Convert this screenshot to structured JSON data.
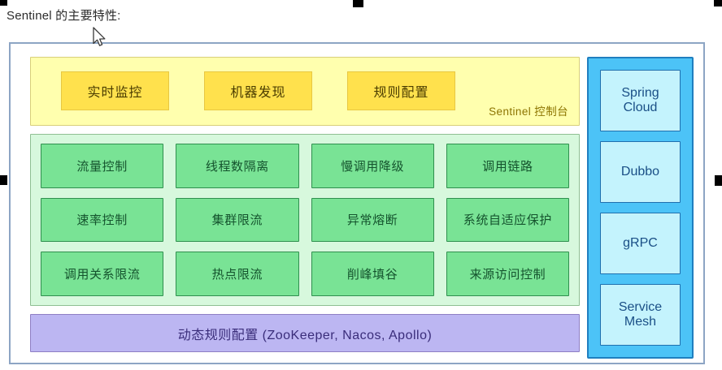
{
  "page": {
    "heading": "Sentinel 的主要特性:"
  },
  "diagram": {
    "console_panel": {
      "caption": "Sentinel 控制台",
      "boxes": [
        {
          "label": "实时监控"
        },
        {
          "label": "机器发现"
        },
        {
          "label": "规则配置"
        }
      ],
      "colors": {
        "background": "#ffffae",
        "box_fill": "#ffe14d",
        "border": "#d8cf7a",
        "text": "#4a3c00"
      }
    },
    "feature_panel": {
      "boxes": [
        {
          "label": "流量控制"
        },
        {
          "label": "线程数隔离"
        },
        {
          "label": "慢调用降级"
        },
        {
          "label": "调用链路"
        },
        {
          "label": "速率控制"
        },
        {
          "label": "集群限流"
        },
        {
          "label": "异常熔断"
        },
        {
          "label": "系统自适应保护"
        },
        {
          "label": "调用关系限流"
        },
        {
          "label": "热点限流"
        },
        {
          "label": "削峰填谷"
        },
        {
          "label": "来源访问控制"
        }
      ],
      "colors": {
        "background": "#d7f8dd",
        "box_fill": "#79e395",
        "border": "#2f8f4e",
        "text": "#14532d"
      }
    },
    "dynamic_rule_bar": {
      "label": "动态规则配置 (ZooKeeper, Nacos, Apollo)",
      "colors": {
        "background": "#bcb6f2",
        "border": "#8f7fc4",
        "text": "#3a2d7a"
      }
    },
    "adapter_column": {
      "boxes": [
        {
          "label": "Spring\nCloud"
        },
        {
          "label": "Dubbo"
        },
        {
          "label": "gRPC"
        },
        {
          "label": "Service\nMesh"
        }
      ],
      "colors": {
        "background": "#4cc3f7",
        "box_fill": "#c4f3fd",
        "border": "#1f7fc0",
        "text": "#1a4f86"
      }
    },
    "frame": {
      "border_color": "#8da5c4"
    }
  },
  "overlay": {
    "selection_handles": [
      {
        "name": "handle-top-left"
      },
      {
        "name": "handle-top-center"
      },
      {
        "name": "handle-top-right"
      },
      {
        "name": "handle-middle-left"
      },
      {
        "name": "handle-middle-right"
      }
    ],
    "cursor": {
      "name": "mouse-pointer-cursor"
    }
  }
}
